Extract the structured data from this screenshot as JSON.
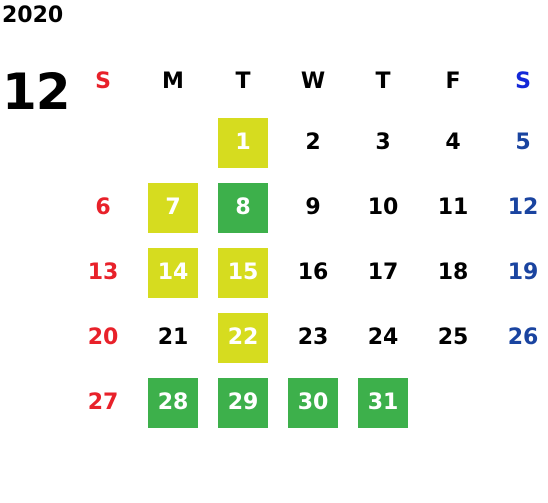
{
  "year": "2020",
  "month": "12",
  "colors": {
    "sunday": "#e8212a",
    "saturday": "#1a44a0",
    "saturday_header": "#1428d8",
    "weekday": "#000000",
    "highlight_yellow": "#d6dc1f",
    "highlight_green": "#3db04b",
    "highlight_text": "#ffffff"
  },
  "weekdays": [
    {
      "label": "S",
      "kind": "sunday"
    },
    {
      "label": "M",
      "kind": "weekday"
    },
    {
      "label": "T",
      "kind": "weekday"
    },
    {
      "label": "W",
      "kind": "weekday"
    },
    {
      "label": "T",
      "kind": "weekday"
    },
    {
      "label": "F",
      "kind": "weekday"
    },
    {
      "label": "S",
      "kind": "saturday"
    }
  ],
  "weeks": [
    [
      null,
      null,
      {
        "d": "1",
        "hl": "yellow"
      },
      {
        "d": "2"
      },
      {
        "d": "3"
      },
      {
        "d": "4"
      },
      {
        "d": "5"
      }
    ],
    [
      {
        "d": "6"
      },
      {
        "d": "7",
        "hl": "yellow"
      },
      {
        "d": "8",
        "hl": "green"
      },
      {
        "d": "9"
      },
      {
        "d": "10"
      },
      {
        "d": "11"
      },
      {
        "d": "12"
      }
    ],
    [
      {
        "d": "13"
      },
      {
        "d": "14",
        "hl": "yellow"
      },
      {
        "d": "15",
        "hl": "yellow"
      },
      {
        "d": "16"
      },
      {
        "d": "17"
      },
      {
        "d": "18"
      },
      {
        "d": "19"
      }
    ],
    [
      {
        "d": "20"
      },
      {
        "d": "21"
      },
      {
        "d": "22",
        "hl": "yellow"
      },
      {
        "d": "23"
      },
      {
        "d": "24"
      },
      {
        "d": "25"
      },
      {
        "d": "26"
      }
    ],
    [
      {
        "d": "27"
      },
      {
        "d": "28",
        "hl": "green"
      },
      {
        "d": "29",
        "hl": "green"
      },
      {
        "d": "30",
        "hl": "green"
      },
      {
        "d": "31",
        "hl": "green"
      },
      null,
      null
    ]
  ]
}
